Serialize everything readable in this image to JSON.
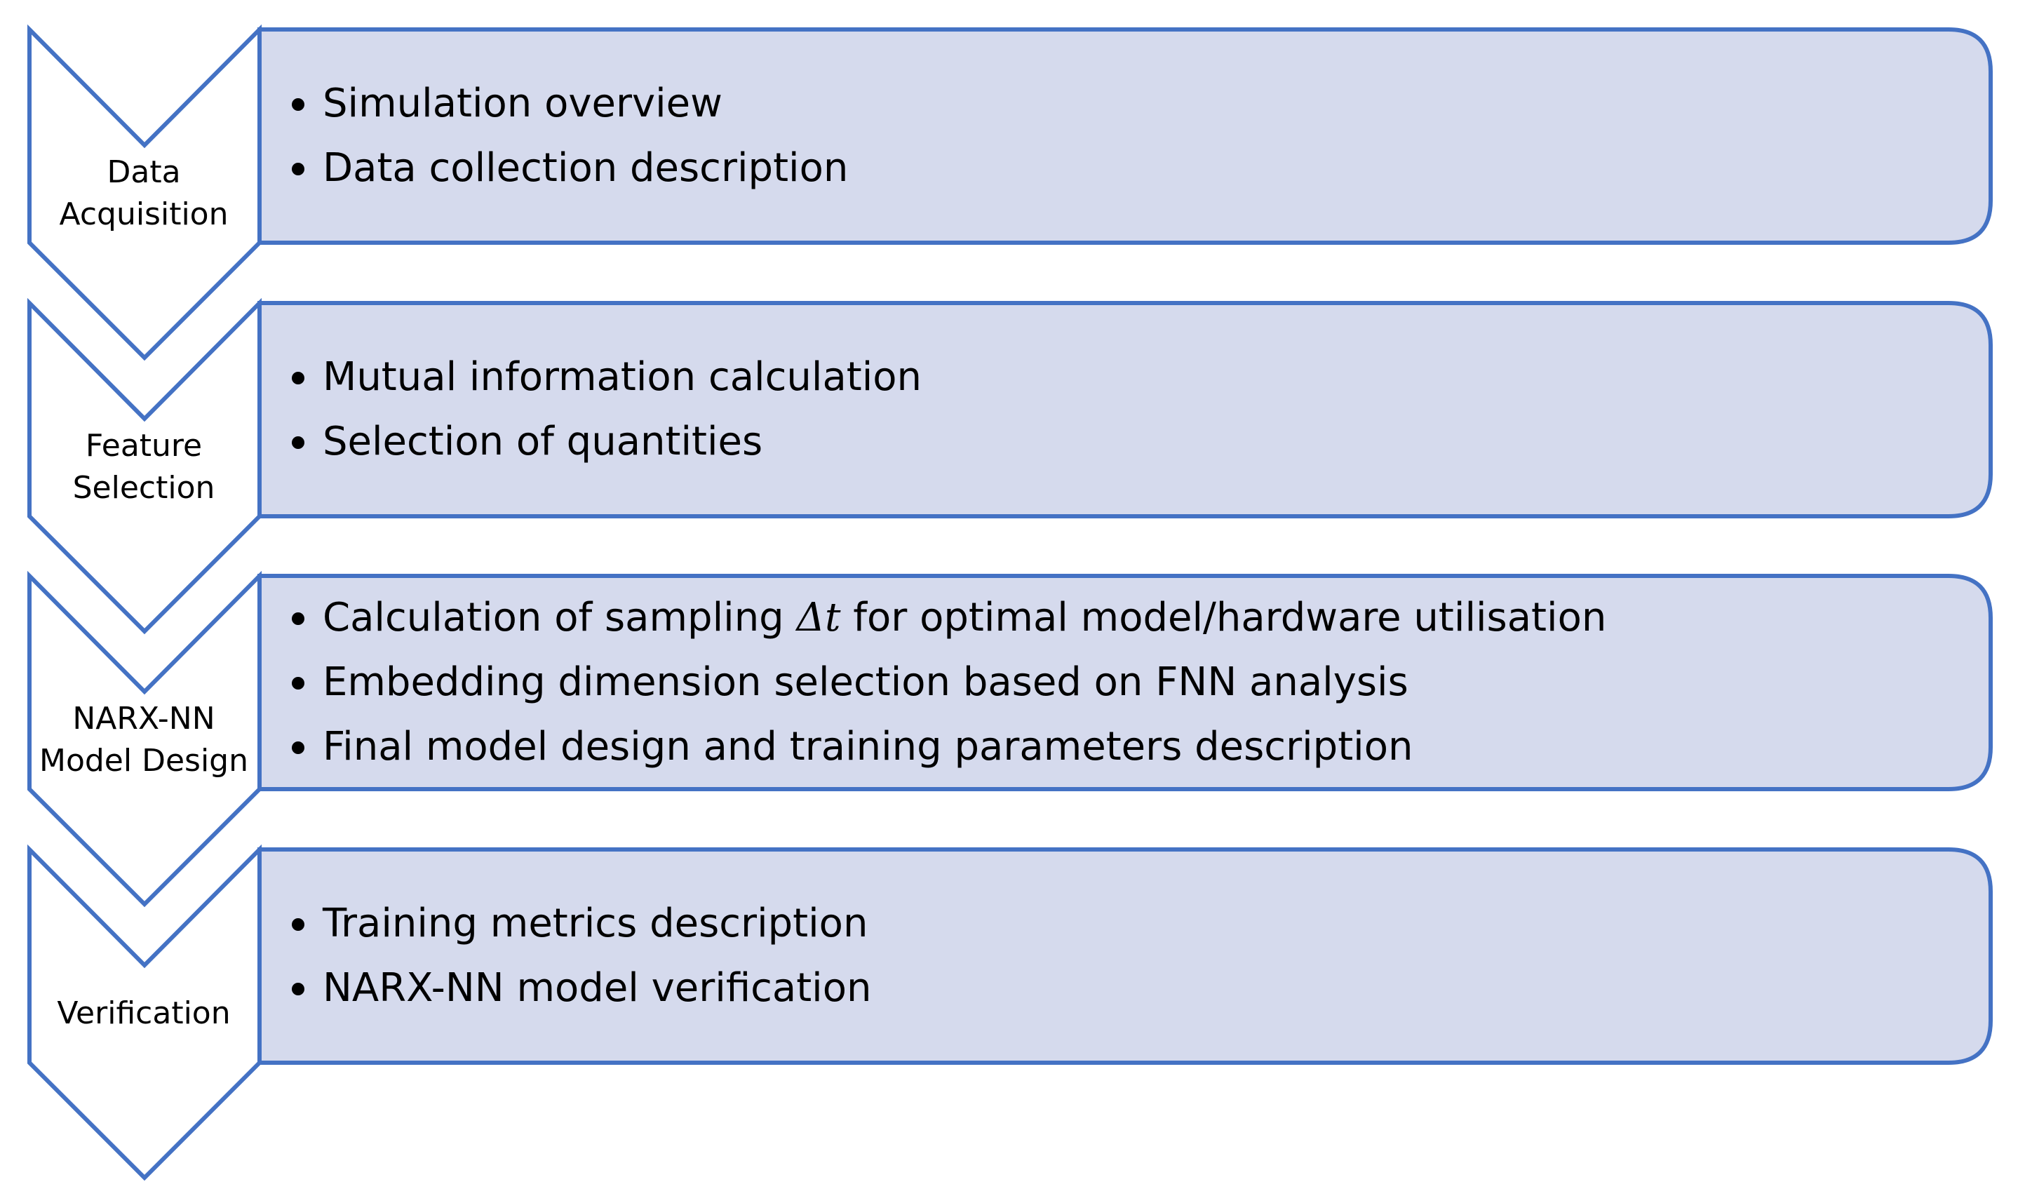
{
  "colors": {
    "outline": "#4472C4",
    "panel_fill": "#D5DAED",
    "chevron_fill": "#FFFFFF",
    "text": "#000000"
  },
  "stages": [
    {
      "label_lines": [
        "Data",
        "Acquisition"
      ],
      "items": [
        {
          "text": "Simulation overview"
        },
        {
          "text": "Data collection description"
        }
      ]
    },
    {
      "label_lines": [
        "Feature",
        "Selection"
      ],
      "items": [
        {
          "text": "Mutual information calculation"
        },
        {
          "text": "Selection of quantities"
        }
      ]
    },
    {
      "label_lines": [
        "NARX-NN",
        "Model Design"
      ],
      "items": [
        {
          "pre": "Calculation of sampling ",
          "math": "Δt",
          "post": " for optimal model/hardware utilisation"
        },
        {
          "text": "Embedding dimension selection based on FNN analysis"
        },
        {
          "text": "Final model design and training parameters description"
        }
      ]
    },
    {
      "label_lines": [
        "Verification"
      ],
      "items": [
        {
          "text": "Training metrics description"
        },
        {
          "text": "NARX-NN model verification"
        }
      ]
    }
  ]
}
